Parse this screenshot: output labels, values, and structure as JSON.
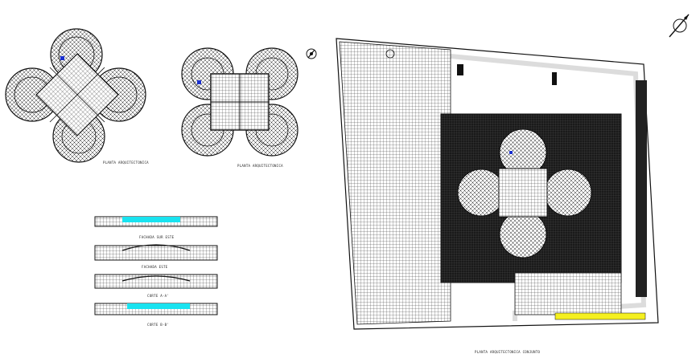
{
  "drawing": {
    "background": "#ffffff",
    "line_color": "#111111",
    "accent_cyan": "#19e3f0",
    "accent_yellow": "#f5f020",
    "accent_blue": "#1a2fd0"
  },
  "captions": {
    "plan_level_1": "PLANTA ARQUITECTONICA",
    "plan_level_2": "PLANTA ARQUITECTONICA",
    "elevation_1": "FACHADA SUR ESTE",
    "elevation_2": "FACHADA ESTE",
    "section_1": "CORTE A-A'",
    "section_2": "CORTE B-B'",
    "site_plan": "PLANTA ARQUITECTONICA CONJUNTO"
  },
  "icons": {
    "north_arrow": "north-arrow-icon",
    "compass_small": "compass-icon"
  }
}
